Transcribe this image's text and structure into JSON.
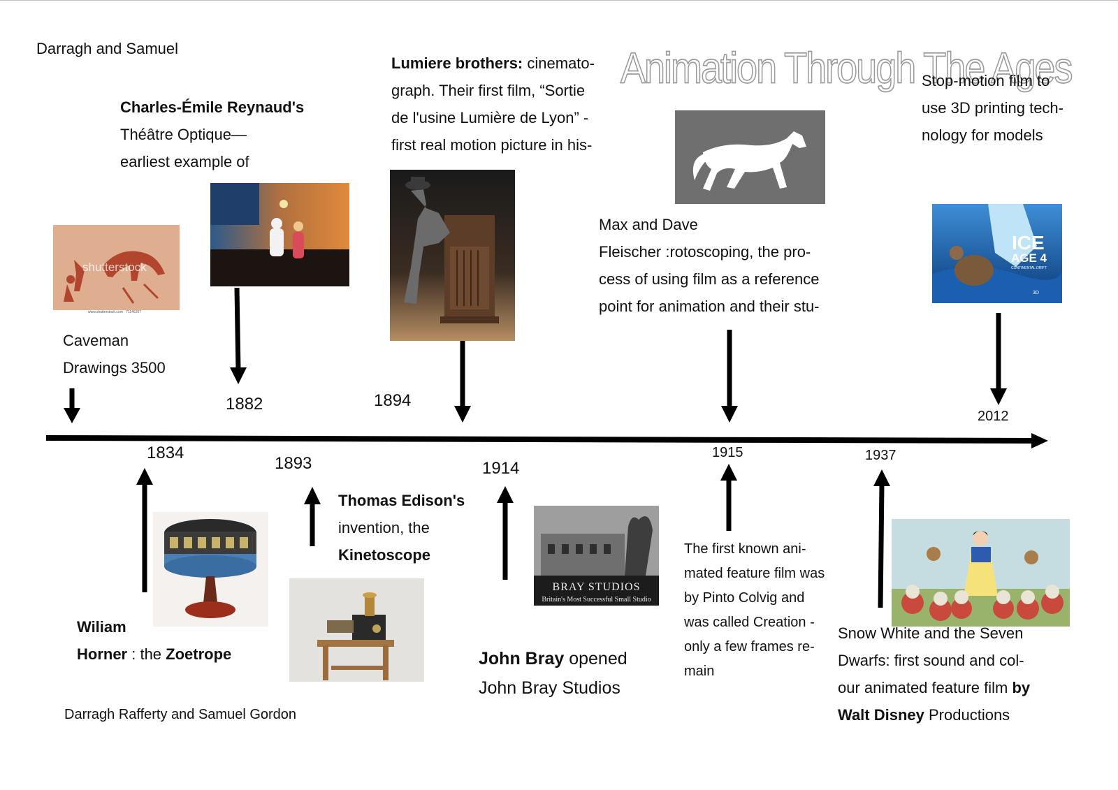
{
  "header": {
    "authors_short": "Darragh and Samuel",
    "title": "Animation Through The Ages",
    "authors_full": "Darragh Rafferty and Samuel Gordon"
  },
  "events": {
    "caveman": {
      "text_1": "Caveman",
      "text_2": "Drawings 3500",
      "watermark": "shutterstock",
      "caption": "www.shutterstock.com · 71146207"
    },
    "reynaud": {
      "year": "1882",
      "name": "Charles-Émile Reynaud's",
      "line_2": "Théâtre Optique—",
      "line_3": "earliest example of"
    },
    "horner": {
      "year": "1834",
      "name_1": "Wiliam",
      "name_2": "Horner",
      "mid": " : the ",
      "device": "Zoetrope"
    },
    "edison": {
      "year": "1893",
      "name": "Thomas Edison's",
      "line_2": "invention, the",
      "device": "Kinetoscope"
    },
    "lumiere": {
      "year": "1894",
      "name": "Lumiere brothers:",
      "line_1_rest": " cinemato-",
      "line_2": "graph.  Their first film, “Sortie",
      "line_3": "de l'usine Lumière de Lyon” -",
      "line_4": "first real motion picture in his-"
    },
    "bray": {
      "year": "1914",
      "name": "John Bray",
      "rest": " opened",
      "line_2": "John Bray Studios",
      "sign_1": "BRAY STUDIOS",
      "sign_2": "Britain's Most Successful Small Studio"
    },
    "fleischer": {
      "year": "1915",
      "line_1": "Max and Dave",
      "line_2": "Fleischer :rotoscoping, the pro-",
      "line_3": "cess of using film as a reference",
      "line_4": "point for animation and their stu-"
    },
    "creation": {
      "line_1": "The first known ani-",
      "line_2": "mated feature film was",
      "line_3": "by Pinto Colvig and",
      "line_4": "was called Creation -",
      "line_5": "only a few frames re-",
      "line_6": "main"
    },
    "snow_white": {
      "year": "1937",
      "line_1": "Snow White and the Seven",
      "line_2": "Dwarfs: first sound and col-",
      "line_3_a": "our animated feature film ",
      "line_3_b": "by",
      "line_4_a": "Walt Disney",
      "line_4_b": " Productions"
    },
    "ice_age": {
      "year": "2012",
      "line_1": "Stop-motion film to",
      "line_2": "use 3D printing tech-",
      "line_3": "nology for models",
      "poster_1": "ICE",
      "poster_2": "AGE 4",
      "poster_3": "CONTINENTAL DRIFT",
      "poster_4": "3D"
    }
  },
  "colors": {
    "timeline": "#000000",
    "title_outline": "#9a9a9a",
    "horse_bg": "#6f6f6f"
  }
}
